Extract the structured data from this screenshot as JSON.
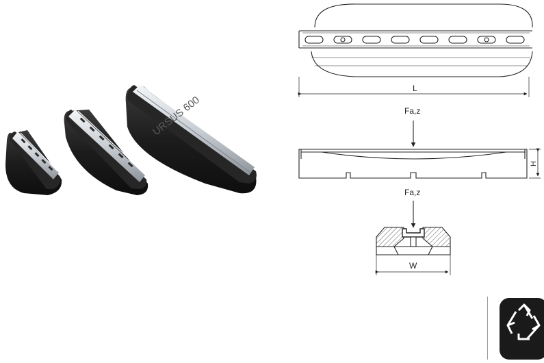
{
  "product_photo": {
    "embossed_text": "URSUS 600"
  },
  "drawing": {
    "top_view": {
      "length_label": "L"
    },
    "side_view": {
      "load_label": "Fa,z",
      "height_label": "H"
    },
    "cross_section": {
      "load_label": "Fa,z",
      "width_label": "W"
    }
  },
  "recycle_badge": {
    "icon": "recycle-icon",
    "background": "#1a1a1a",
    "symbol_color": "#ffffff"
  }
}
